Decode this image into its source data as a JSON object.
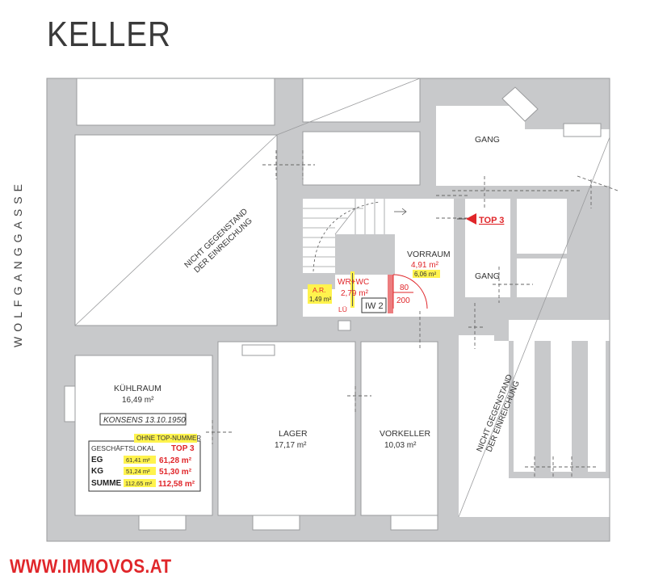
{
  "title": "KELLER",
  "street": "WOLFGANGGASSE",
  "footer": "WWW.IMMOVOS.AT",
  "colors": {
    "wall": "#c8c9cb",
    "accent": "#e0262a",
    "highlight": "#fff34d",
    "dash": "#666666"
  },
  "notes": {
    "not_subject_line1": "NICHT GEGENSTAND",
    "not_subject_line2": "DER EINREICHUNG"
  },
  "rooms": {
    "gang_top": "GANG",
    "gang_mid": "GANG",
    "top3_marker": "TOP 3",
    "vorraum": {
      "name": "VORRAUM",
      "area": "4,91 m²",
      "area_alt": "6,06 m²"
    },
    "wr_wc": {
      "name": "WR+WC",
      "area": "2,79 m²"
    },
    "ar": {
      "name": "A.R.",
      "area": "1,49 m²"
    },
    "lue": "LÜ",
    "iw": "IW 2",
    "door_80": "80",
    "door_200": "200",
    "kuehlraum": {
      "name": "KÜHLRAUM",
      "area": "16,49 m²"
    },
    "lager": {
      "name": "LAGER",
      "area": "17,17 m²"
    },
    "vorkeller": {
      "name": "VORKELLER",
      "area": "10,03 m²"
    }
  },
  "konsens": "KONSENS 13.10.1950",
  "summary": {
    "header": "OHNE TOP-NUMMER",
    "label": "GESCHÄFTSLOKAL",
    "unit": "TOP 3",
    "rows": [
      {
        "key": "EG",
        "old": "61,41 m²",
        "new": "61,28 m²"
      },
      {
        "key": "KG",
        "old": "51,24 m²",
        "new": "51,30 m²"
      },
      {
        "key": "SUMME",
        "old": "112,65 m²",
        "new": "112,58 m²"
      }
    ]
  }
}
